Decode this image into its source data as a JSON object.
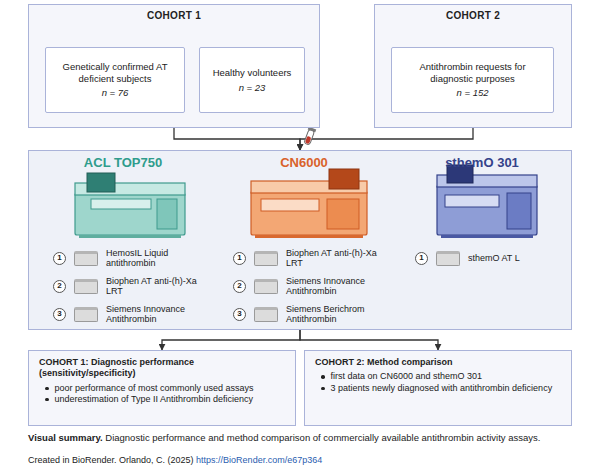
{
  "diagram": {
    "caption": "Visual summary. Diagnostic performance and method comparison of commercially available antithrombin activity assays.",
    "nodes": [
      {
        "text": [
          "COHORT 1"
        ]
      },
      {
        "text": [
          "Genetically confirmed AT deficient subjects",
          "n = 76"
        ],
        "in": 0
      },
      {
        "text": [
          "Healthy volunteers",
          "n = 23"
        ],
        "in": 0
      },
      {
        "text": [
          "COHORT 2"
        ]
      },
      {
        "text": [
          "Antithrombin requests for diagnostic purposes",
          "n = 152"
        ],
        "in": 3
      },
      {
        "text": []
      },
      {
        "text": [
          "ACL TOP750"
        ],
        "in": 5
      },
      {
        "text": [
          "1",
          "HemosIL Liquid antithrombin"
        ],
        "in": 6
      },
      {
        "text": [
          "2",
          "Biophen AT anti-(h)-Xa LRT"
        ],
        "in": 6
      },
      {
        "text": [
          "3",
          "Siemens Innovance Antithrombin"
        ],
        "in": 6
      },
      {
        "text": [
          "CN6000"
        ],
        "in": 5
      },
      {
        "text": [
          "1",
          "Biophen AT anti-(h)-Xa LRT"
        ],
        "in": 10
      },
      {
        "text": [
          "2",
          "Siemens Innovance Antithrombin"
        ],
        "in": 10
      },
      {
        "text": [
          "3",
          "Siemens Berichrom Antithrombin"
        ],
        "in": 10
      },
      {
        "text": [
          "sthemO 301"
        ],
        "in": 5
      },
      {
        "text": [
          "1",
          "sthemO AT L"
        ],
        "in": 14
      },
      {
        "text": [
          "COHORT 1: Diagnostic performance (sensitivity/specificity)",
          "poor performance of most commonly used assays",
          "underestimation of Type II Antithrombin deficiency"
        ]
      },
      {
        "text": [
          "COHORT 2: Method comparison",
          "first data on CN6000 and sthemO 301",
          "3 patients newly diagnosed with antithrombin deficiency"
        ]
      }
    ],
    "edges": [
      {
        "from": 0,
        "to": 1,
        "arrow": "to"
      },
      {
        "from": 0,
        "to": 2,
        "arrow": "to"
      },
      {
        "from": 3,
        "to": 4,
        "arrow": "to"
      },
      {
        "from": 0,
        "to": 5,
        "arrow": "to"
      },
      {
        "from": 3,
        "to": 5,
        "arrow": "to"
      },
      {
        "from": 5,
        "to": 16,
        "arrow": "to"
      },
      {
        "from": 5,
        "to": 17,
        "arrow": "to"
      }
    ],
    "labels": [
      "Created in BioRender. Orlando, C. (2025) https://BioRender.com/e67p364"
    ]
  }
}
